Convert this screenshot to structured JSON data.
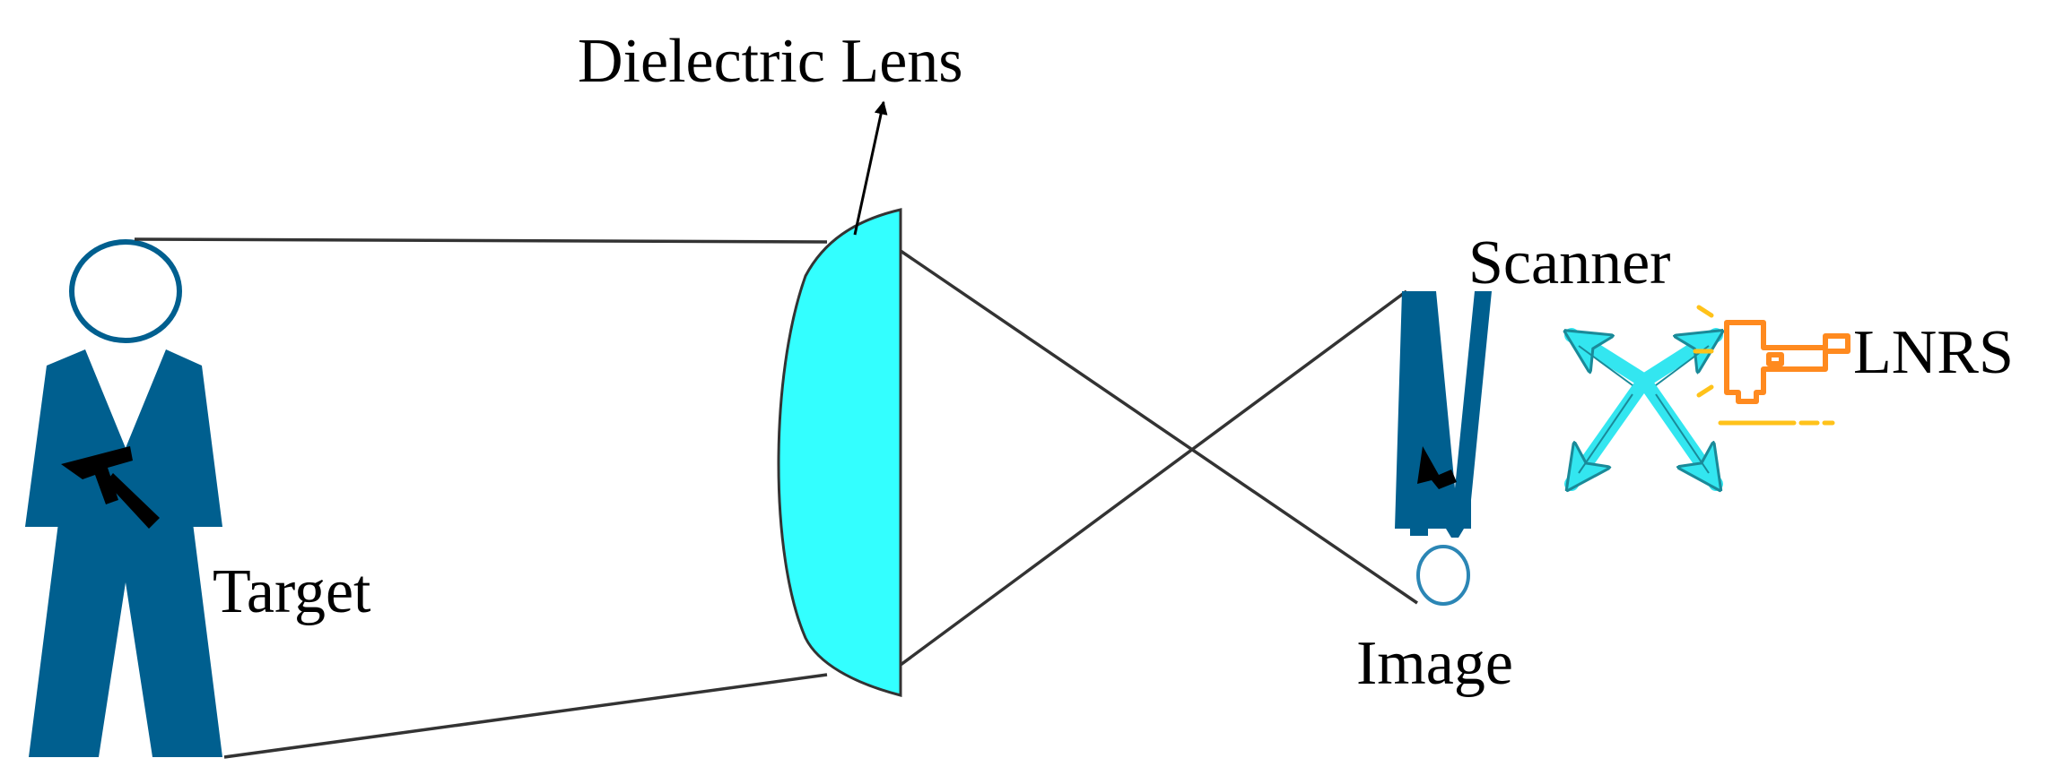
{
  "labels": {
    "lens": "Dielectric Lens",
    "scanner": "Scanner",
    "lnrs": "LNRS",
    "target": "Target",
    "image": "Image"
  },
  "colors": {
    "figure": "#005f8f",
    "lens": "#33ffff",
    "lnrs": "#ff8a1f",
    "lnrs_accent": "#ffc21a",
    "lines": "#333333",
    "weapon": "#000000"
  }
}
